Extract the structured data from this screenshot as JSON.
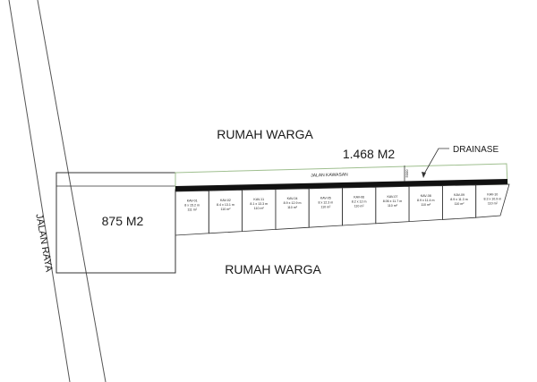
{
  "labels": {
    "rumah_warga_top": "RUMAH WARGA",
    "rumah_warga_bottom": "RUMAH WARGA",
    "area_total": "1.468 M2",
    "drainase": "DRAINASE",
    "jalan_raya": "JALAN RAYA",
    "jalan_kawasan": "JALAN KAWASAN",
    "area_left": "875 M2",
    "road_width": "5000"
  },
  "lots": [
    {
      "id": "KAV-01",
      "dims": "8 x 15.2 m",
      "area": "111 m²"
    },
    {
      "id": "KAV-02",
      "dims": "8.4 x 13.1 m",
      "area": "110 m²"
    },
    {
      "id": "KAV-11",
      "dims": "8.1 x 13.3 m",
      "area": "110 m²"
    },
    {
      "id": "KAV-04",
      "dims": "8.9 x 12.9 m",
      "area": "110 m²"
    },
    {
      "id": "KAV-05",
      "dims": "8 x 12.3 m",
      "area": "110 m²"
    },
    {
      "id": "KAV-06",
      "dims": "8.2 x 12 m",
      "area": "110 m²"
    },
    {
      "id": "KAV-07",
      "dims": "8.06 x 11.7 m",
      "area": "110 m²"
    },
    {
      "id": "KAV-08",
      "dims": "8.9 x 11.4 m",
      "area": "110 m²"
    },
    {
      "id": "KAV-09",
      "dims": "8.9 x 11.3 m",
      "area": "110 m²"
    },
    {
      "id": "KAV-10",
      "dims": "8.3 x 10.9 m",
      "area": "110 m²"
    }
  ],
  "colors": {
    "line": "#333333",
    "road_fill": "#111111",
    "road_edge": "#9fbf8f",
    "text": "#1a1a1a"
  }
}
